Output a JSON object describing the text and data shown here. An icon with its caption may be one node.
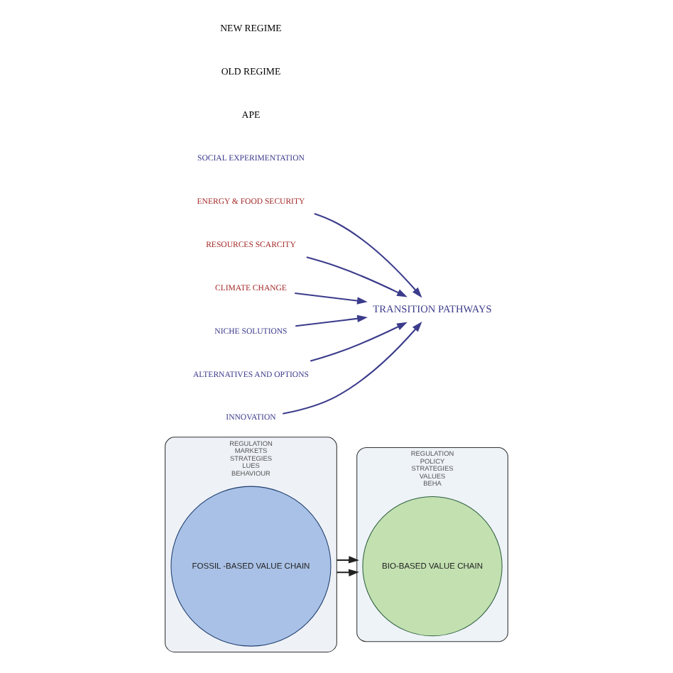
{
  "diagram": {
    "nodes": [
      {
        "text": [
          "REGULATION",
          "MARKETS",
          "STRATEGIES",
          "LUES",
          "BEHAVIOUR"
        ]
      },
      {
        "text": [
          "FOSSIL -BASED VALUE CHAIN"
        ],
        "in": 0
      },
      {
        "text": [
          "REGULATION",
          "POLICY",
          "STRATEGIES",
          "VALUES",
          "BEHA"
        ]
      },
      {
        "text": [
          "BIO-BASED VALUE CHAIN"
        ],
        "in": 2
      },
      {
        "text": [
          "TRANSITION PATHWAYS"
        ]
      },
      {
        "text": [
          "ENERGY & FOOD SECURITY"
        ]
      },
      {
        "text": [
          "RESOURCES SCARCITY"
        ]
      },
      {
        "text": [
          "CLIMATE CHANGE"
        ]
      },
      {
        "text": [
          "NICHE SOLUTIONS"
        ]
      },
      {
        "text": [
          "ALTERNATIVES AND OPTIONS"
        ]
      },
      {
        "text": [
          "SOCIAL EXPERIMENTATION"
        ]
      },
      {
        "text": [
          "INNOVATION"
        ]
      }
    ],
    "edges": [
      {
        "from": 0,
        "to": 2,
        "arrow": "to",
        "color": "#222222"
      },
      {
        "from": 0,
        "to": 2,
        "arrow": "to",
        "color": "#222222"
      },
      {
        "from": 5,
        "to": 4,
        "arrow": "to"
      },
      {
        "from": 6,
        "to": 4,
        "arrow": "to"
      },
      {
        "from": 7,
        "to": 4,
        "arrow": "to"
      },
      {
        "from": 8,
        "to": 4,
        "arrow": "to"
      },
      {
        "from": 9,
        "to": 4,
        "arrow": "to"
      },
      {
        "from": 11,
        "to": 4,
        "arrow": "to"
      }
    ],
    "labels": [
      "APE",
      "OLD REGIME",
      "NEW REGIME"
    ]
  }
}
